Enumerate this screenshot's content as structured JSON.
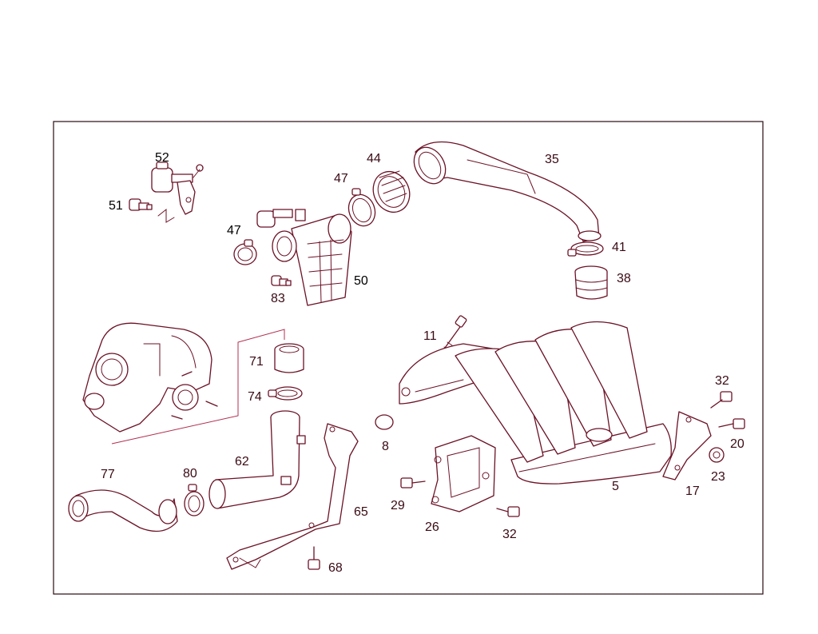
{
  "callouts": {
    "c52": "52",
    "c51": "51",
    "c47a": "47",
    "c47b": "47",
    "c44": "44",
    "c35": "35",
    "c41": "41",
    "c38": "38",
    "c50": "50",
    "c83": "83",
    "c11": "11",
    "c71": "71",
    "c74": "74",
    "c8": "8",
    "c32a": "32",
    "c20": "20",
    "c23": "23",
    "c17": "17",
    "c5": "5",
    "c77": "77",
    "c80": "80",
    "c62": "62",
    "c65": "65",
    "c29": "29",
    "c26": "26",
    "c32b": "32",
    "c68": "68"
  },
  "colors": {
    "line": "#6b1226",
    "leader": "#b03050",
    "frame": "#2a0a12"
  }
}
